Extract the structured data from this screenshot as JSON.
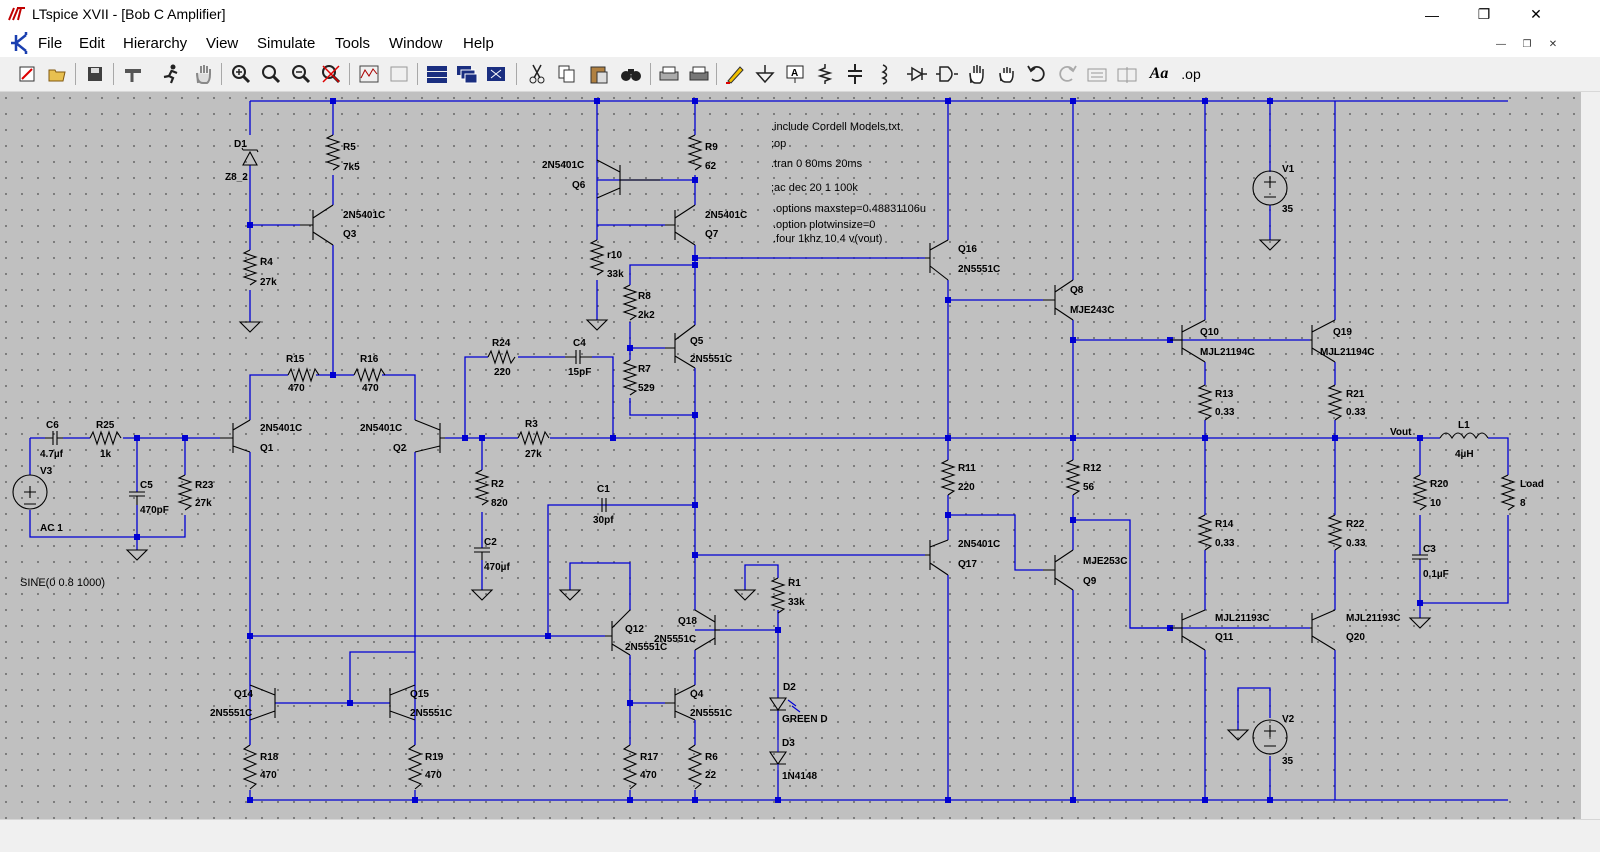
{
  "window": {
    "title": "LTspice XVII - [Bob C Amplifier]"
  },
  "menu": [
    "File",
    "Edit",
    "Hierarchy",
    "View",
    "Simulate",
    "Tools",
    "Window",
    "Help"
  ],
  "toolbar": [
    "new-schematic",
    "open",
    "save",
    "control-panel",
    "run",
    "halt",
    "zoom-in",
    "pan",
    "zoom-out",
    "zoom-fit",
    "autorange",
    "plot-settings",
    "tile",
    "cascade",
    "close-all",
    "cut",
    "copy",
    "paste",
    "find",
    "print-preview",
    "print",
    "draw-wire",
    "ground",
    "label-net",
    "resistor",
    "capacitor",
    "inductor",
    "diode",
    "component",
    "move",
    "drag",
    "undo",
    "redo",
    "rotate",
    "mirror",
    "text",
    "spice-directive"
  ],
  "toolbar_text": {
    "text": "Aa",
    "spice": ".op"
  },
  "directives": [
    ".include Cordell Models.txt",
    ";op",
    ".tran 0 80ms 20ms",
    ";ac dec 20 1 100k",
    ".options maxstep=0.48831106u",
    ".option plotwinsize=0",
    ".four 1khz 10 4 v(vout)"
  ],
  "source_text": "SINE(0 0.8 1000)",
  "components": {
    "D1": [
      "D1",
      "Z8_2"
    ],
    "R5": [
      "R5",
      "7k5"
    ],
    "Q3": [
      "2N5401C",
      "Q3"
    ],
    "R4": [
      "R4",
      "27k"
    ],
    "Q6": [
      "2N5401C",
      "Q6"
    ],
    "R9": [
      "R9",
      "62"
    ],
    "Q7": [
      "2N5401C",
      "Q7"
    ],
    "r10": [
      "r10",
      "33k"
    ],
    "R8": [
      "R8",
      "2k2"
    ],
    "R7": [
      "R7",
      "529"
    ],
    "Q5": [
      "Q5",
      "2N5551C"
    ],
    "R24": [
      "R24",
      "220"
    ],
    "C4": [
      "C4",
      "15pF"
    ],
    "R15": [
      "R15",
      "470"
    ],
    "R16": [
      "R16",
      "470"
    ],
    "Q1": [
      "2N5401C",
      "Q1"
    ],
    "Q2": [
      "2N5401C",
      "Q2"
    ],
    "C6": [
      "C6",
      "4.7µf"
    ],
    "R25": [
      "R25",
      "1k"
    ],
    "V3": [
      "V3",
      "AC 1"
    ],
    "C5": [
      "C5",
      "470pF"
    ],
    "R23": [
      "R23",
      "27k"
    ],
    "R3": [
      "R3",
      "27k"
    ],
    "R2": [
      "R2",
      "820"
    ],
    "C2": [
      "C2",
      "470µf"
    ],
    "C1": [
      "C1",
      "30pf"
    ],
    "Q16": [
      "Q16",
      "2N5551C"
    ],
    "Q8": [
      "Q8",
      "MJE243C"
    ],
    "R11": [
      "R11",
      "220"
    ],
    "R12": [
      "R12",
      "56"
    ],
    "Q17": [
      "2N5401C",
      "Q17"
    ],
    "Q9": [
      "MJE253C",
      "Q9"
    ],
    "V1": [
      "V1",
      "35"
    ],
    "V2": [
      "V2",
      "35"
    ],
    "Q10": [
      "Q10",
      "MJL21194C"
    ],
    "Q19": [
      "Q19",
      "MJL21194C"
    ],
    "R13": [
      "R13",
      "0.33"
    ],
    "R21": [
      "R21",
      "0.33"
    ],
    "R14": [
      "R14",
      "0.33"
    ],
    "R22": [
      "R22",
      "0.33"
    ],
    "Q11": [
      "MJL21193C",
      "Q11"
    ],
    "Q20": [
      "MJL21193C",
      "Q20"
    ],
    "L1": [
      "L1",
      "4µH"
    ],
    "Vout": [
      "Vout"
    ],
    "Load": [
      "Load",
      "8"
    ],
    "R20": [
      "R20",
      "10"
    ],
    "C3": [
      "C3",
      "0.1µF"
    ],
    "Q12": [
      "Q12",
      "2N5551C"
    ],
    "Q18": [
      "Q18",
      "2N5551C"
    ],
    "R1": [
      "R1",
      "33k"
    ],
    "D2": [
      "D2",
      "GREEN D"
    ],
    "D3": [
      "D3",
      "1N4148"
    ],
    "Q4": [
      "Q4",
      "2N5551C"
    ],
    "Q14": [
      "Q14",
      "2N5551C"
    ],
    "Q15": [
      "Q15",
      "2N5551C"
    ],
    "R18": [
      "R18",
      "470"
    ],
    "R19": [
      "R19",
      "470"
    ],
    "R17": [
      "R17",
      "470"
    ],
    "R6": [
      "R6",
      "22"
    ]
  },
  "colors": {
    "wire": "#0000d2",
    "canvas": "#c0c0c0",
    "grid": "#6a6a6a"
  }
}
